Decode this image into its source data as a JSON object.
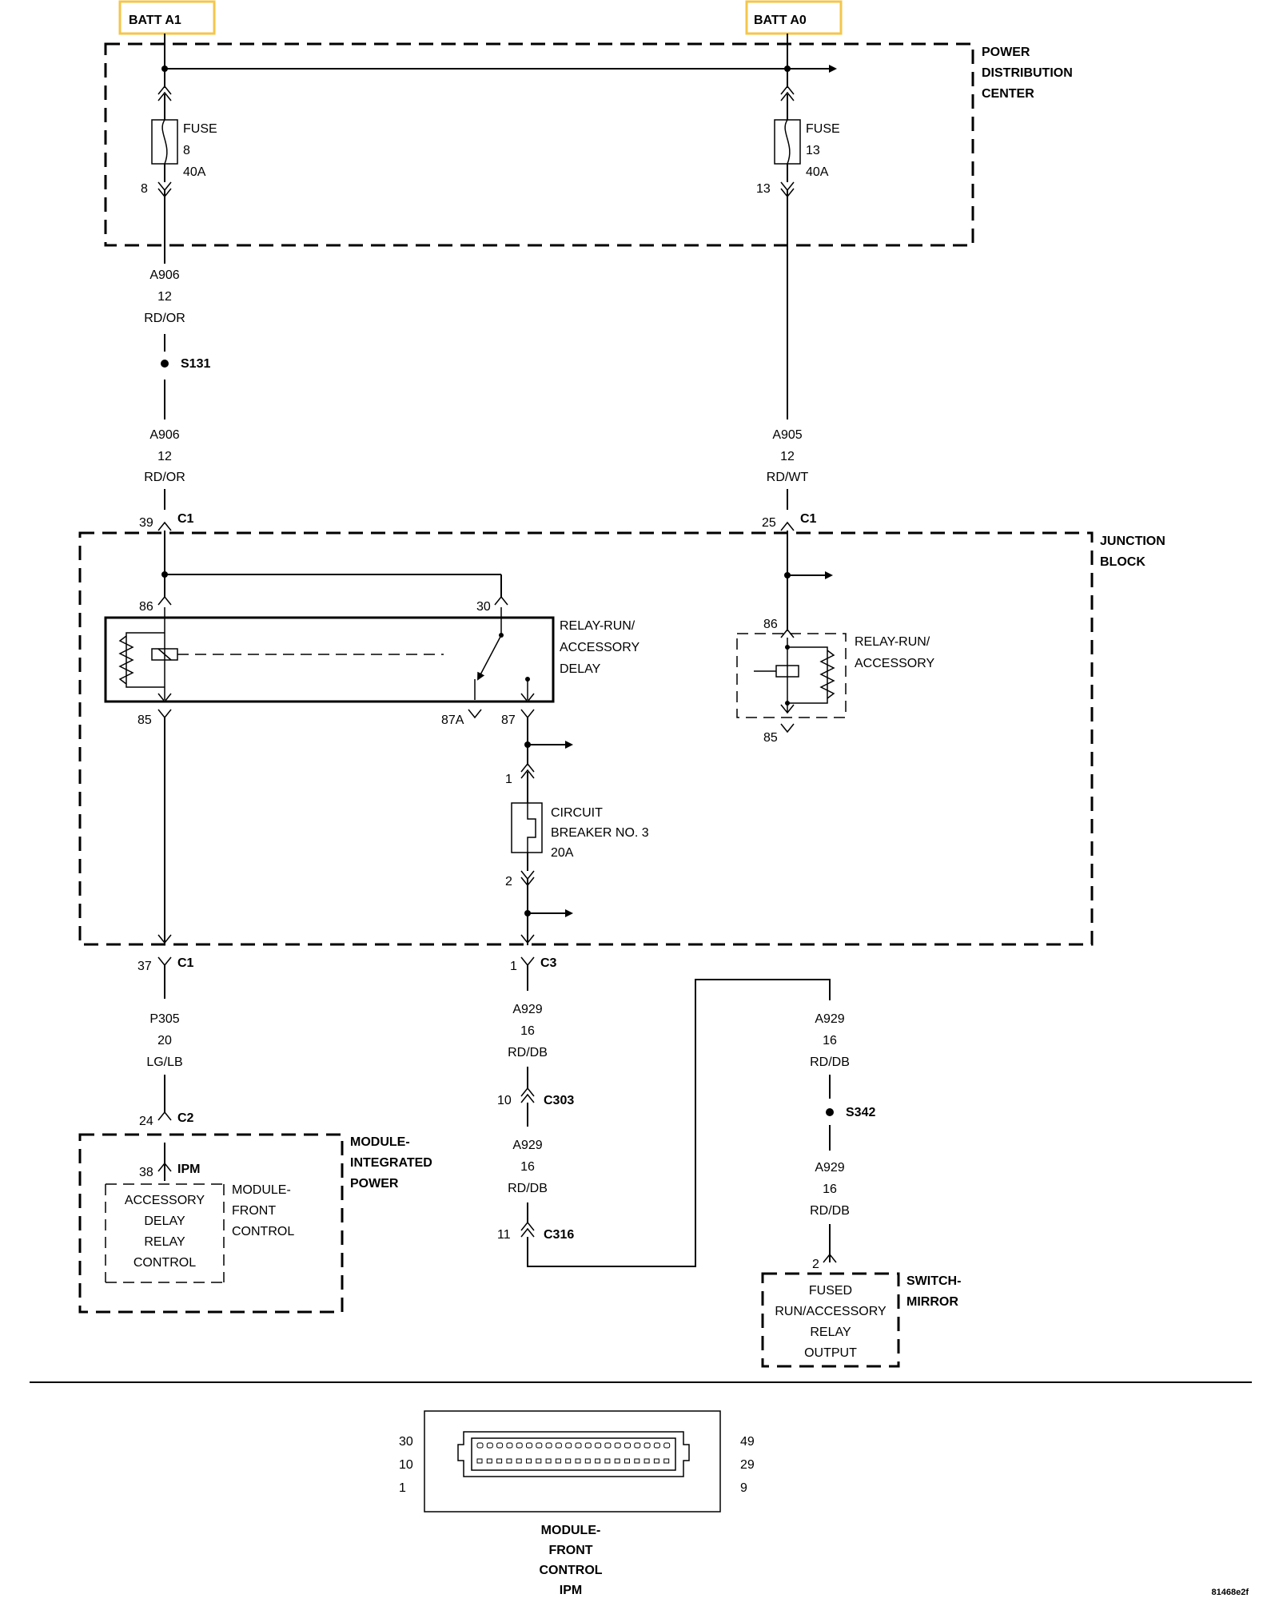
{
  "batt_labels": {
    "a1": "BATT A1",
    "a0": "BATT A0"
  },
  "pdc": {
    "title_lines": [
      "POWER",
      "DISTRIBUTION",
      "CENTER"
    ],
    "fuse8": {
      "lines": [
        "FUSE",
        "8",
        "40A"
      ],
      "pin": "8"
    },
    "fuse13": {
      "lines": [
        "FUSE",
        "13",
        "40A"
      ],
      "pin": "13"
    }
  },
  "wires": {
    "a906_top": [
      "A906",
      "12",
      "RD/OR"
    ],
    "a906_bottom": [
      "A906",
      "12",
      "RD/OR"
    ],
    "a905": [
      "A905",
      "12",
      "RD/WT"
    ],
    "p305": [
      "P305",
      "20",
      "LG/LB"
    ],
    "a929_left_top": [
      "A929",
      "16",
      "RD/DB"
    ],
    "a929_left_bottom": [
      "A929",
      "16",
      "RD/DB"
    ],
    "a929_right_top": [
      "A929",
      "16",
      "RD/DB"
    ],
    "a929_right_bottom": [
      "A929",
      "16",
      "RD/DB"
    ]
  },
  "splices": {
    "s131": "S131",
    "s342": "S342"
  },
  "connectors": {
    "c1_39": {
      "pin": "39",
      "name": "C1"
    },
    "c1_25": {
      "pin": "25",
      "name": "C1"
    },
    "c1_37": {
      "pin": "37",
      "name": "C1"
    },
    "c3_1": {
      "pin": "1",
      "name": "C3"
    },
    "c2_24": {
      "pin": "24",
      "name": "C2"
    },
    "ipm_38": {
      "pin": "38",
      "name": "IPM"
    },
    "c303": {
      "pin": "10",
      "name": "C303"
    },
    "c316": {
      "pin": "11",
      "name": "C316"
    },
    "mirror_2": {
      "pin": "2"
    }
  },
  "junction_block": {
    "title_lines": [
      "JUNCTION",
      "BLOCK"
    ],
    "relay_delay": {
      "lines": [
        "RELAY-RUN/",
        "ACCESSORY",
        "DELAY"
      ],
      "pins": [
        "86",
        "30",
        "85",
        "87A",
        "87"
      ]
    },
    "relay_acc": {
      "lines": [
        "RELAY-RUN/",
        "ACCESSORY"
      ],
      "pins": [
        "86",
        "85"
      ]
    },
    "breaker": {
      "lines": [
        "CIRCUIT",
        "BREAKER NO. 3",
        "20A"
      ],
      "pins": [
        "1",
        "2"
      ]
    }
  },
  "module_ipm": {
    "title_lines": [
      "MODULE-",
      "INTEGRATED",
      "POWER"
    ],
    "inner_lines": [
      "ACCESSORY",
      "DELAY",
      "RELAY",
      "CONTROL"
    ],
    "side_lines": [
      "MODULE-",
      "FRONT",
      "CONTROL"
    ]
  },
  "switch_mirror": {
    "title_lines": [
      "SWITCH-",
      "MIRROR"
    ],
    "inner_lines": [
      "FUSED",
      "RUN/ACCESSORY",
      "RELAY",
      "OUTPUT"
    ]
  },
  "connector_view": {
    "left_pins": [
      "30",
      "10",
      "1"
    ],
    "right_pins": [
      "49",
      "29",
      "9"
    ],
    "title_lines": [
      "MODULE-",
      "FRONT",
      "CONTROL",
      "IPM"
    ]
  },
  "footer_code": "81468e2f"
}
